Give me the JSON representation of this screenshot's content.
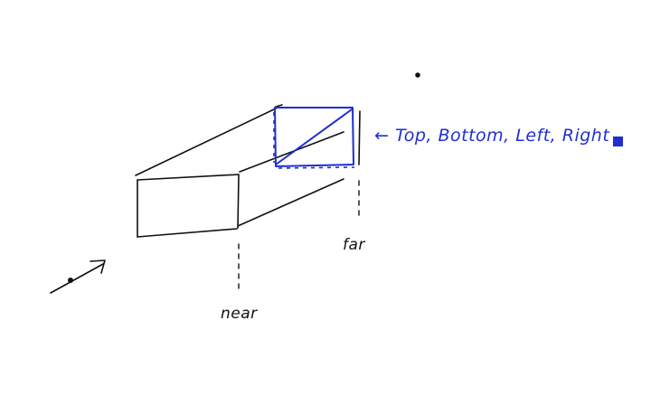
{
  "labels": {
    "near": "near",
    "far": "far",
    "planes": "← Top, Bottom, Left, Right"
  },
  "colors": {
    "background": "#ffffff",
    "ink": "#111111",
    "highlight": "#1f2fd0"
  }
}
